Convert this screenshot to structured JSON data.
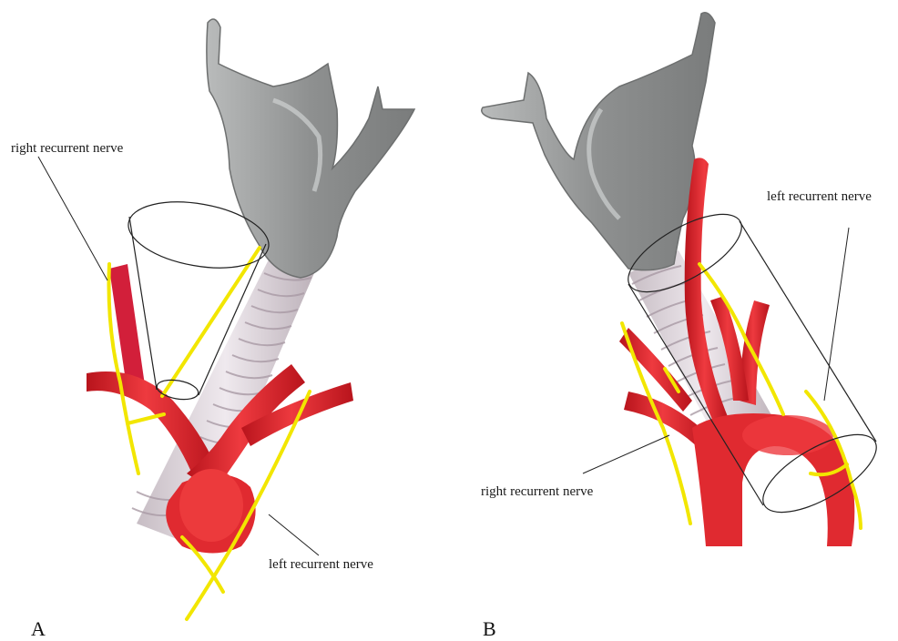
{
  "panel_a": {
    "letter": "A",
    "label_right_nerve": "right recurrent nerve",
    "label_left_nerve": "left recurrent nerve"
  },
  "panel_b": {
    "letter": "B",
    "label_left_nerve": "left recurrent nerve",
    "label_right_nerve": "right recurrent nerve"
  },
  "colors": {
    "cartilage": "#9a9c9c",
    "trachea_ring": "#d9d2d6",
    "artery": "#d9232b",
    "nerve": "#f2e600",
    "outline": "#222222"
  }
}
